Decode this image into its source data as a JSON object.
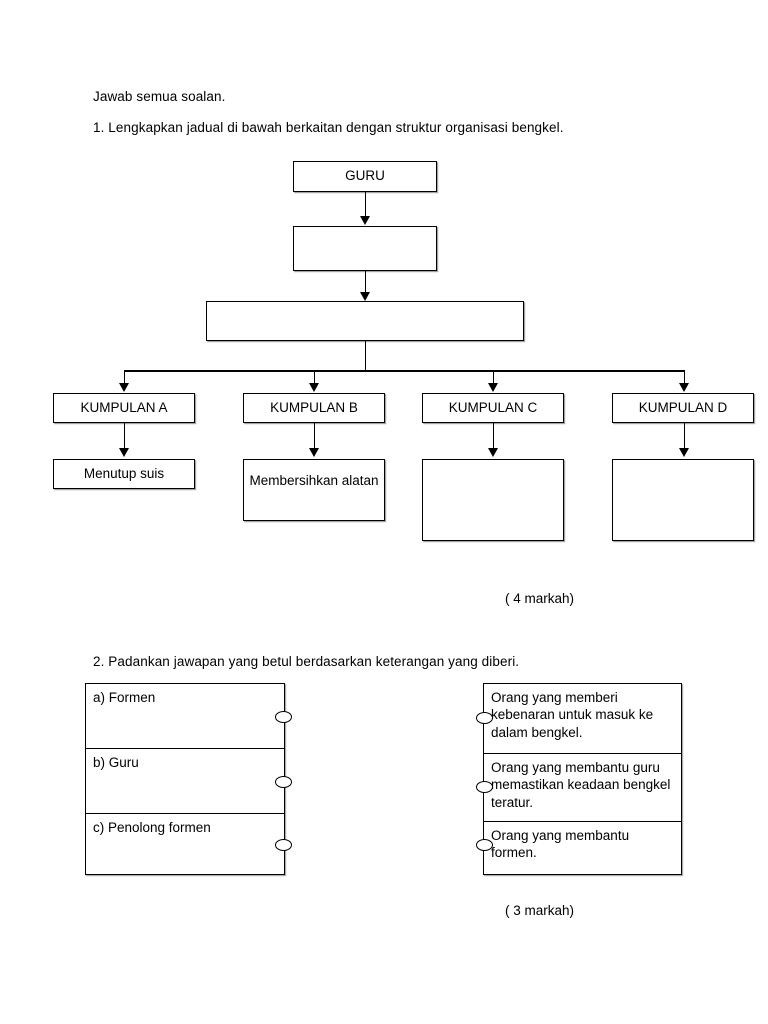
{
  "document": {
    "instruction": "Jawab semua soalan."
  },
  "question1": {
    "text": "1. Lengkapkan jadual di bawah berkaitan dengan struktur organisasi bengkel.",
    "marks": "( 4 markah)",
    "chart": {
      "type": "org-chart",
      "levels": [
        {
          "id": "level-1",
          "boxes": [
            {
              "label": "GURU",
              "filled": true
            }
          ]
        },
        {
          "id": "level-2",
          "boxes": [
            {
              "label": "",
              "filled": false
            }
          ]
        },
        {
          "id": "level-3",
          "boxes": [
            {
              "label": "",
              "filled": false
            }
          ]
        },
        {
          "id": "level-4",
          "boxes": [
            {
              "label": "KUMPULAN  A",
              "filled": true
            },
            {
              "label": "KUMPULAN  B",
              "filled": true
            },
            {
              "label": "KUMPULAN  C",
              "filled": true
            },
            {
              "label": "KUMPULAN  D",
              "filled": true
            }
          ]
        },
        {
          "id": "level-5",
          "boxes": [
            {
              "label": "Menutup suis",
              "filled": true
            },
            {
              "label": "Membersihkan alatan",
              "filled": true
            },
            {
              "label": "",
              "filled": false
            },
            {
              "label": "",
              "filled": false
            }
          ]
        }
      ]
    }
  },
  "question2": {
    "text": "2. Padankan jawapan yang betul berdasarkan keterangan yang diberi.",
    "marks": "( 3 markah)",
    "left_items": [
      {
        "label": "a) Formen"
      },
      {
        "label": "b) Guru"
      },
      {
        "label": "c) Penolong formen"
      }
    ],
    "right_items": [
      {
        "label": "Orang yang memberi kebenaran untuk masuk ke dalam bengkel."
      },
      {
        "label": "Orang yang membantu guru memastikan keadaan bengkel teratur."
      },
      {
        "label": "Orang yang membantu formen."
      }
    ]
  },
  "colors": {
    "ink": "#000000",
    "paper": "#ffffff",
    "shadow": "#5a5a5a"
  }
}
